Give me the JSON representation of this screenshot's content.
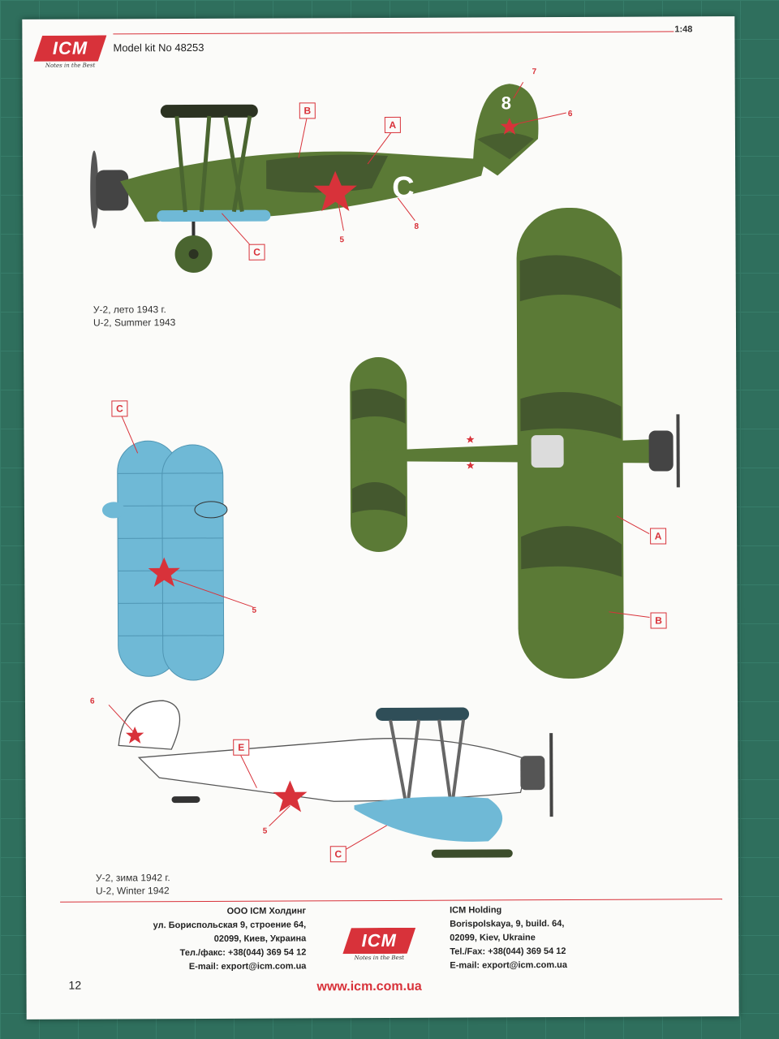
{
  "header": {
    "logo_text": "ICM",
    "logo_tagline": "Notes in the Best",
    "model_kit": "Model kit No 48253",
    "scale": "1:48"
  },
  "captions": {
    "summer_ru": "У-2, лето 1943 г.",
    "summer_en": "U-2, Summer 1943",
    "winter_ru": "У-2, зима 1942 г.",
    "winter_en": "U-2, Winter 1942"
  },
  "callouts": {
    "a": "A",
    "b": "B",
    "c": "C",
    "e": "E",
    "n5": "5",
    "n6": "6",
    "n7": "7",
    "n8": "8",
    "tail_number": "8",
    "fuselage_letter": "C"
  },
  "footer": {
    "ru_lines": [
      "ООО ICM Холдинг",
      "ул. Бориспольская 9, строение 64,",
      "02099, Киев, Украина",
      "Тел./факс: +38(044) 369 54 12",
      "E-mail: export@icm.com.ua"
    ],
    "en_lines": [
      "ICM Holding",
      "Borispolskaya, 9, build. 64,",
      "02099, Kiev, Ukraine",
      "Tel./Fax: +38(044) 369 54 12",
      "E-mail: export@icm.com.ua"
    ],
    "website": "www.icm.com.ua",
    "page_number": "12"
  },
  "colors": {
    "accent_red": "#d8323a",
    "green": "#5b7a36",
    "dark_green": "#3c4d2c",
    "light_blue": "#6fb9d6"
  }
}
